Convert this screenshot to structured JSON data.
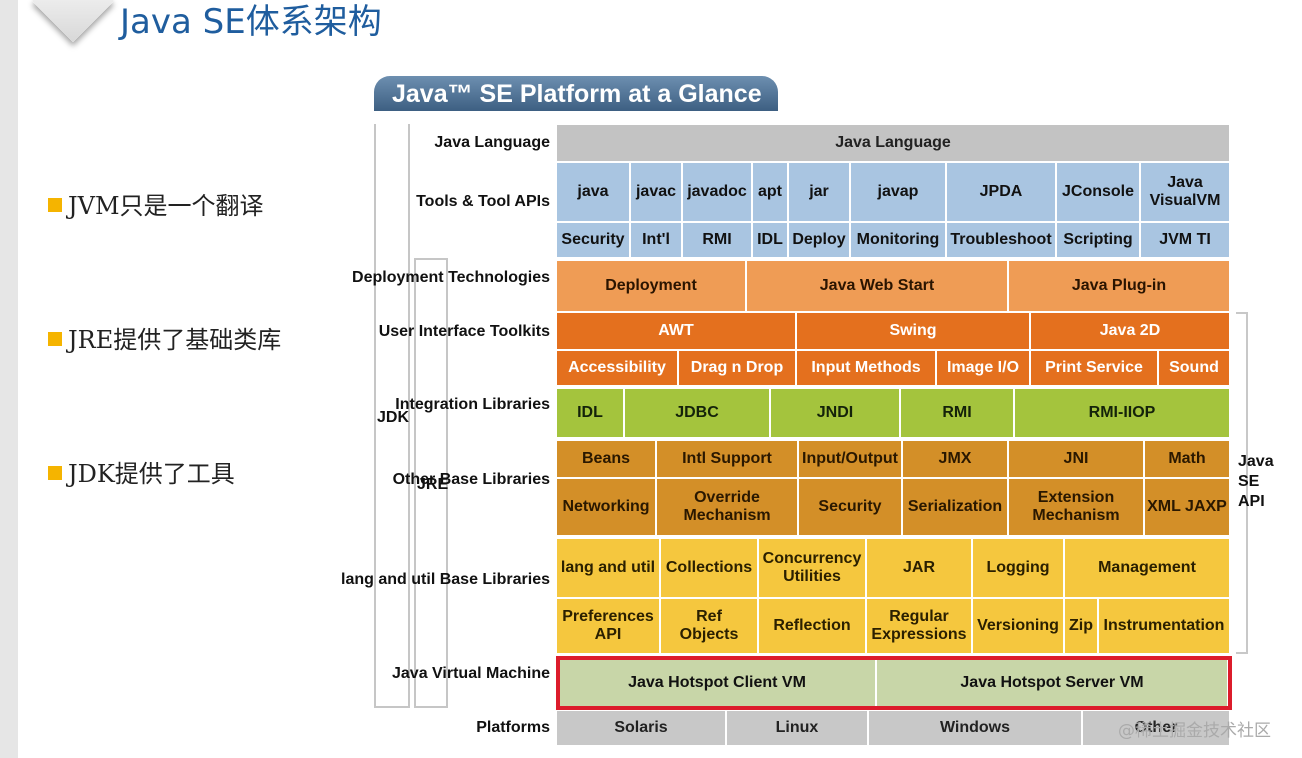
{
  "slide": {
    "title": "Java SE体系架构",
    "bullets": [
      "JVM只是一个翻译",
      "JRE提供了基础类库",
      "JDK提供了工具"
    ]
  },
  "diagram": {
    "title": "Java™ SE Platform at a Glance",
    "side_labels": {
      "jdk": "JDK",
      "jre": "JRE",
      "api": "Java SE API"
    },
    "row_labels": {
      "java_language": "Java Language",
      "tools": "Tools & Tool APIs",
      "deployment": "Deployment Technologies",
      "ui": "User Interface Toolkits",
      "integration": "Integration Libraries",
      "other_base": "Other Base Libraries",
      "lang_util": "lang and util Base Libraries",
      "jvm": "Java Virtual Machine",
      "platforms": "Platforms"
    },
    "cells": {
      "java_language": "Java Language",
      "tools_row1": [
        "java",
        "javac",
        "javadoc",
        "apt",
        "jar",
        "javap",
        "JPDA",
        "JConsole",
        "Java VisualVM"
      ],
      "tools_row2": [
        "Security",
        "Int'l",
        "RMI",
        "IDL",
        "Deploy",
        "Monitoring",
        "Troubleshoot",
        "Scripting",
        "JVM TI"
      ],
      "deployment": [
        "Deployment",
        "Java Web Start",
        "Java Plug-in"
      ],
      "ui_row1": [
        "AWT",
        "Swing",
        "Java 2D"
      ],
      "ui_row2": [
        "Accessibility",
        "Drag n Drop",
        "Input Methods",
        "Image I/O",
        "Print Service",
        "Sound"
      ],
      "integration": [
        "IDL",
        "JDBC",
        "JNDI",
        "RMI",
        "RMI-IIOP"
      ],
      "other_row1": [
        "Beans",
        "Intl Support",
        "Input/Output",
        "JMX",
        "JNI",
        "Math"
      ],
      "other_row2": [
        "Networking",
        "Override Mechanism",
        "Security",
        "Serialization",
        "Extension Mechanism",
        "XML JAXP"
      ],
      "lang_row1": [
        "lang and util",
        "Collections",
        "Concurrency Utilities",
        "JAR",
        "Logging",
        "Management"
      ],
      "lang_row2": [
        "Preferences API",
        "Ref Objects",
        "Reflection",
        "Regular Expressions",
        "Versioning",
        "Zip",
        "Instrumentation"
      ],
      "jvm": [
        "Java Hotspot Client VM",
        "Java Hotspot Server VM"
      ],
      "platforms": [
        "Solaris",
        "Linux",
        "Windows",
        "Other"
      ]
    },
    "highlight_color": "#dc1c2b"
  },
  "watermark": "@稀土掘金技术社区"
}
